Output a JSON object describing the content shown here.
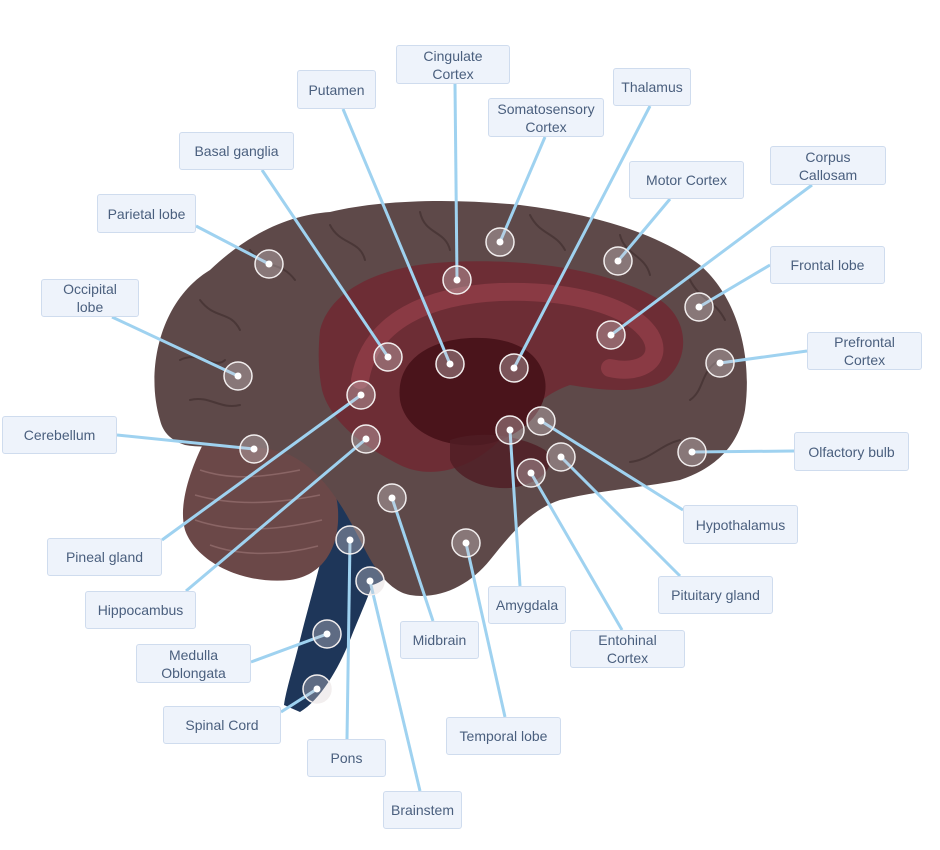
{
  "colors": {
    "leader_line": "#9fd2f0",
    "label_bg": "#eef3fb",
    "label_border": "#cfdcee",
    "label_text": "#4a5f7e",
    "brain_outer": "#5e4949",
    "brain_inner": "#6f2a33",
    "brain_deep": "#4a141b",
    "cerebellum": "#6e4c4c",
    "brainstem": "#1e3659",
    "marker_fill": "#d8cfd1",
    "marker_dot": "#ffffff"
  },
  "labels": {
    "cingulate_cortex": "Cingulate\nCortex",
    "putamen": "Putamen",
    "thalamus": "Thalamus",
    "somatosensory_cortex": "Somatosensory\nCortex",
    "basal_ganglia": "Basal ganglia",
    "motor_cortex": "Motor Cortex",
    "corpus_callosam": "Corpus Callosam",
    "parietal_lobe": "Parietal lobe",
    "frontal_lobe": "Frontal lobe",
    "occipital_lobe": "Occipital lobe",
    "prefrontal_cortex": "Prefrontal Cortex",
    "cerebellum": "Cerebellum",
    "olfactory_bulb": "Olfactory bulb",
    "hypothalamus": "Hypothalamus",
    "pineal_gland": "Pineal gland",
    "pituitary_gland": "Pituitary gland",
    "hippocambus": "Hippocambus",
    "amygdala": "Amygdala",
    "midbrain": "Midbrain",
    "entohinal_cortex": "Entohinal Cortex",
    "medulla_oblongata": "Medulla\nOblongata",
    "spinal_cord": "Spinal Cord",
    "temporal_lobe": "Temporal lobe",
    "pons": "Pons",
    "brainstem": "Brainstem"
  }
}
